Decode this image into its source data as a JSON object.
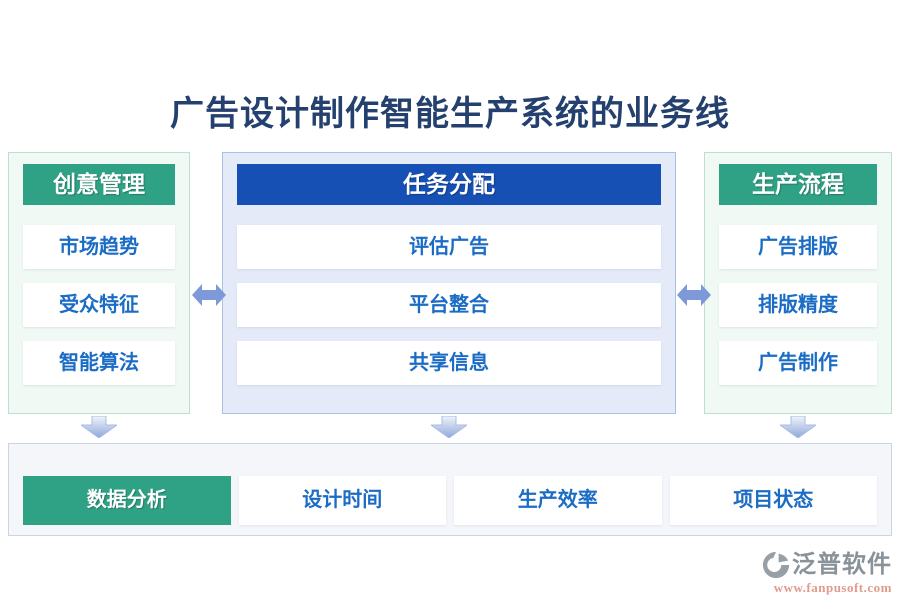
{
  "title": "广告设计制作智能生产系统的业务线",
  "columns": [
    {
      "header": "创意管理",
      "theme": "green",
      "items": [
        "市场趋势",
        "受众特征",
        "智能算法"
      ]
    },
    {
      "header": "任务分配",
      "theme": "blue",
      "items": [
        "评估广告",
        "平台整合",
        "共享信息"
      ]
    },
    {
      "header": "生产流程",
      "theme": "green",
      "items": [
        "广告排版",
        "排版精度",
        "广告制作"
      ]
    }
  ],
  "bottom_row": {
    "header": "数据分析",
    "items": [
      "设计时间",
      "生产效率",
      "项目状态"
    ]
  },
  "watermark": {
    "brand": "泛普软件",
    "url": "www.fanpusoft.com"
  },
  "icons": {
    "double-arrow-icon": "left-right double-headed arrow between columns",
    "down-arrow-icon": "downward flow arrow below each column",
    "brand-logo-icon": "gray circular swirl logo"
  },
  "colors": {
    "title_text": "#24406E",
    "green_accent": "#2FA285",
    "blue_header": "#1650B5",
    "item_text": "#1B6CC5",
    "arrow_blue": "#7D99D8",
    "panel_green_bg": "#F1F9F5",
    "panel_green_border": "#BCDFD2",
    "panel_blue_bg": "#E4EAF7",
    "panel_blue_border": "#A9C2E4",
    "bottom_bg": "#F4F6FA",
    "bottom_border": "#C9D5E5",
    "watermark_gray": "#8A9299",
    "watermark_red": "#E29A8F"
  }
}
